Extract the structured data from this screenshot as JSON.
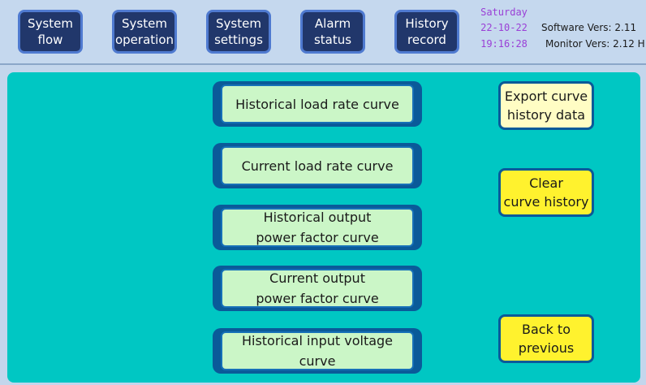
{
  "nav": {
    "items": [
      {
        "label": "System\nflow"
      },
      {
        "label": "System\noperation"
      },
      {
        "label": "System\nsettings"
      },
      {
        "label": "Alarm\nstatus"
      },
      {
        "label": "History\nrecord"
      }
    ]
  },
  "status": {
    "weekday": "Saturday",
    "date": "22-10-22",
    "time": "19:16:28",
    "software_version": "Software Vers:  2.11",
    "monitor_version": "Monitor Vers:  2.12 H"
  },
  "curves": {
    "items": [
      {
        "label": "Historical load rate curve"
      },
      {
        "label": "Current load rate curve"
      },
      {
        "label": "Historical output\npower factor curve"
      },
      {
        "label": "Current output\npower factor curve"
      },
      {
        "label": "Historical input voltage curve"
      }
    ]
  },
  "actions": {
    "export": "Export curve\nhistory data",
    "clear": "Clear\ncurve history",
    "back": "Back to\nprevious"
  },
  "colors": {
    "panel": "#00c7c3",
    "nav_button": "#21376b",
    "curve_button_face": "#cbf6c7",
    "export_button": "#fffdc4",
    "clear_button": "#fff22e",
    "back_button": "#fff22e",
    "datetime_text": "#9a3fd6"
  }
}
